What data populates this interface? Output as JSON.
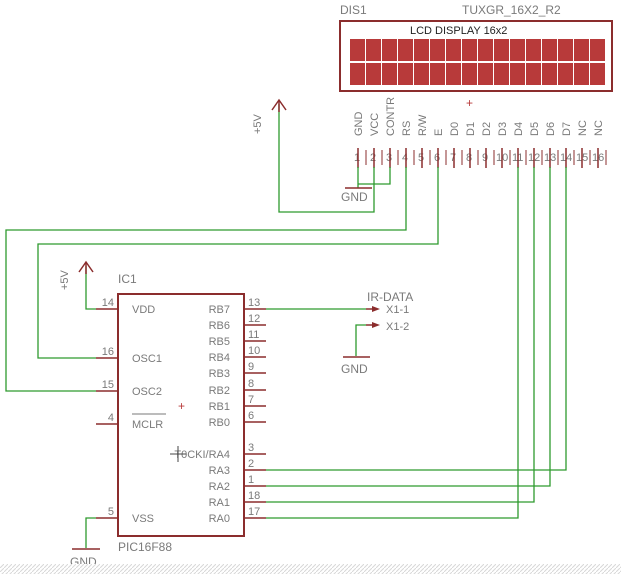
{
  "lcd": {
    "name": "DIS1",
    "value": "TUXGR_16X2_R2",
    "title": "LCD DISPLAY 16x2",
    "pins": [
      {
        "label": "GND",
        "num": "1"
      },
      {
        "label": "VCC",
        "num": "2"
      },
      {
        "label": "CONTR",
        "num": "3"
      },
      {
        "label": "RS",
        "num": "4"
      },
      {
        "label": "R/W",
        "num": "5"
      },
      {
        "label": "E",
        "num": "6"
      },
      {
        "label": "D0",
        "num": "7"
      },
      {
        "label": "D1",
        "num": "8"
      },
      {
        "label": "D2",
        "num": "9"
      },
      {
        "label": "D3",
        "num": "10"
      },
      {
        "label": "D4",
        "num": "11"
      },
      {
        "label": "D5",
        "num": "12"
      },
      {
        "label": "D6",
        "num": "13"
      },
      {
        "label": "D7",
        "num": "14"
      },
      {
        "label": "NC",
        "num": "15"
      },
      {
        "label": "NC",
        "num": "16"
      }
    ]
  },
  "ic": {
    "name": "IC1",
    "value": "PIC16F88",
    "left_pins": [
      {
        "label": "VDD",
        "num": "14"
      },
      {
        "label": "OSC1",
        "num": "16"
      },
      {
        "label": "OSC2",
        "num": "15"
      },
      {
        "label": "MCLR",
        "num": "4"
      },
      {
        "label": "VSS",
        "num": "5"
      }
    ],
    "right_pins": [
      {
        "label": "RB7",
        "num": "13"
      },
      {
        "label": "RB6",
        "num": "12"
      },
      {
        "label": "RB5",
        "num": "11"
      },
      {
        "label": "RB4",
        "num": "10"
      },
      {
        "label": "RB3",
        "num": "9"
      },
      {
        "label": "RB2",
        "num": "8"
      },
      {
        "label": "RB1",
        "num": "7"
      },
      {
        "label": "RB0",
        "num": "6"
      },
      {
        "label": "T0CKI/RA4",
        "num": "3"
      },
      {
        "label": "RA3",
        "num": "2"
      },
      {
        "label": "RA2",
        "num": "1"
      },
      {
        "label": "RA1",
        "num": "18"
      },
      {
        "label": "RA0",
        "num": "17"
      }
    ]
  },
  "connector": {
    "name": "IR-DATA",
    "pins": [
      "X1-1",
      "X1-2"
    ]
  },
  "supply": {
    "vcc_lcd": "+5V",
    "vcc_ic": "+5V",
    "gnd_lcd": "GND",
    "gnd_conn": "GND",
    "gnd_ic": "GND"
  }
}
